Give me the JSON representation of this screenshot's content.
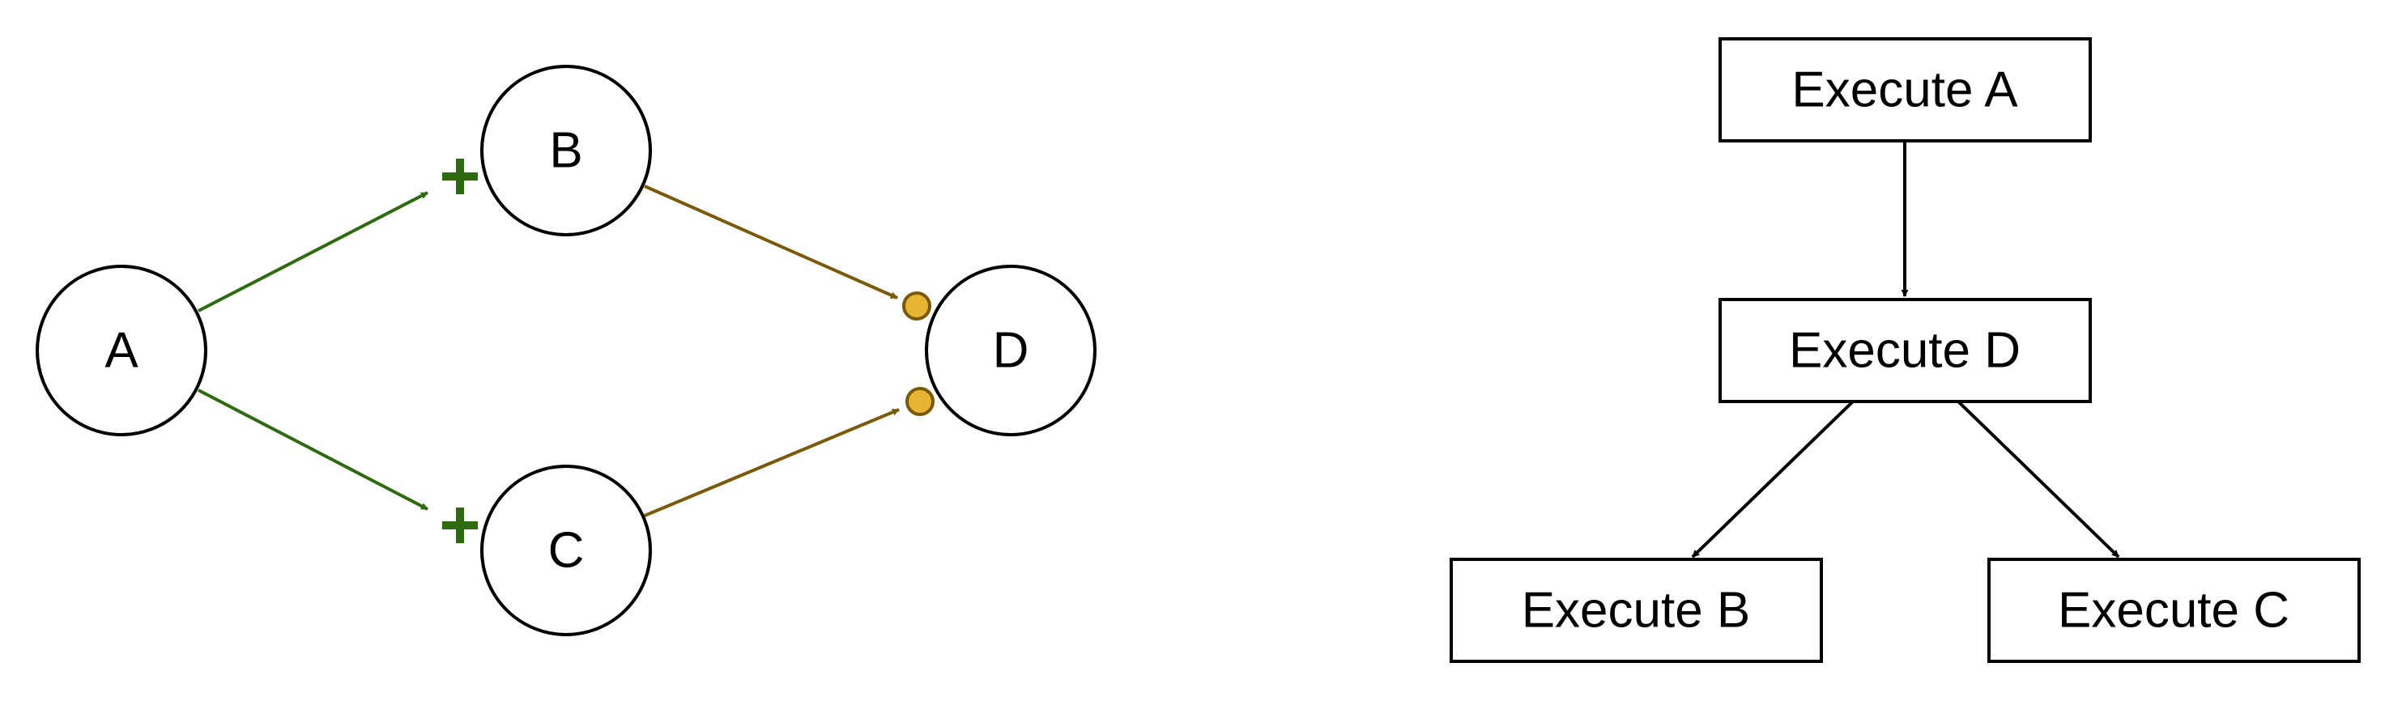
{
  "colors": {
    "success_edge": "#2e6b10",
    "success_marker": "#2e6b10",
    "done_edge": "#7a5a08",
    "done_marker_fill": "#e5b533",
    "done_marker_stroke": "#7a5a08",
    "tree_edge": "#000000"
  },
  "dependency_graph": {
    "nodes": {
      "a": "A",
      "b": "B",
      "c": "C",
      "d": "D"
    },
    "edges": [
      {
        "from": "A",
        "to": "B",
        "condition": "success",
        "marker": "plus-icon"
      },
      {
        "from": "A",
        "to": "C",
        "condition": "success",
        "marker": "plus-icon"
      },
      {
        "from": "B",
        "to": "D",
        "condition": "done",
        "marker": "circle-icon"
      },
      {
        "from": "C",
        "to": "D",
        "condition": "done",
        "marker": "circle-icon"
      }
    ]
  },
  "execution_tree": {
    "nodes": {
      "execute_a": "Execute A",
      "execute_d": "Execute D",
      "execute_b": "Execute B",
      "execute_c": "Execute C"
    },
    "edges": [
      {
        "from": "Execute A",
        "to": "Execute D"
      },
      {
        "from": "Execute D",
        "to": "Execute B"
      },
      {
        "from": "Execute D",
        "to": "Execute C"
      }
    ]
  }
}
